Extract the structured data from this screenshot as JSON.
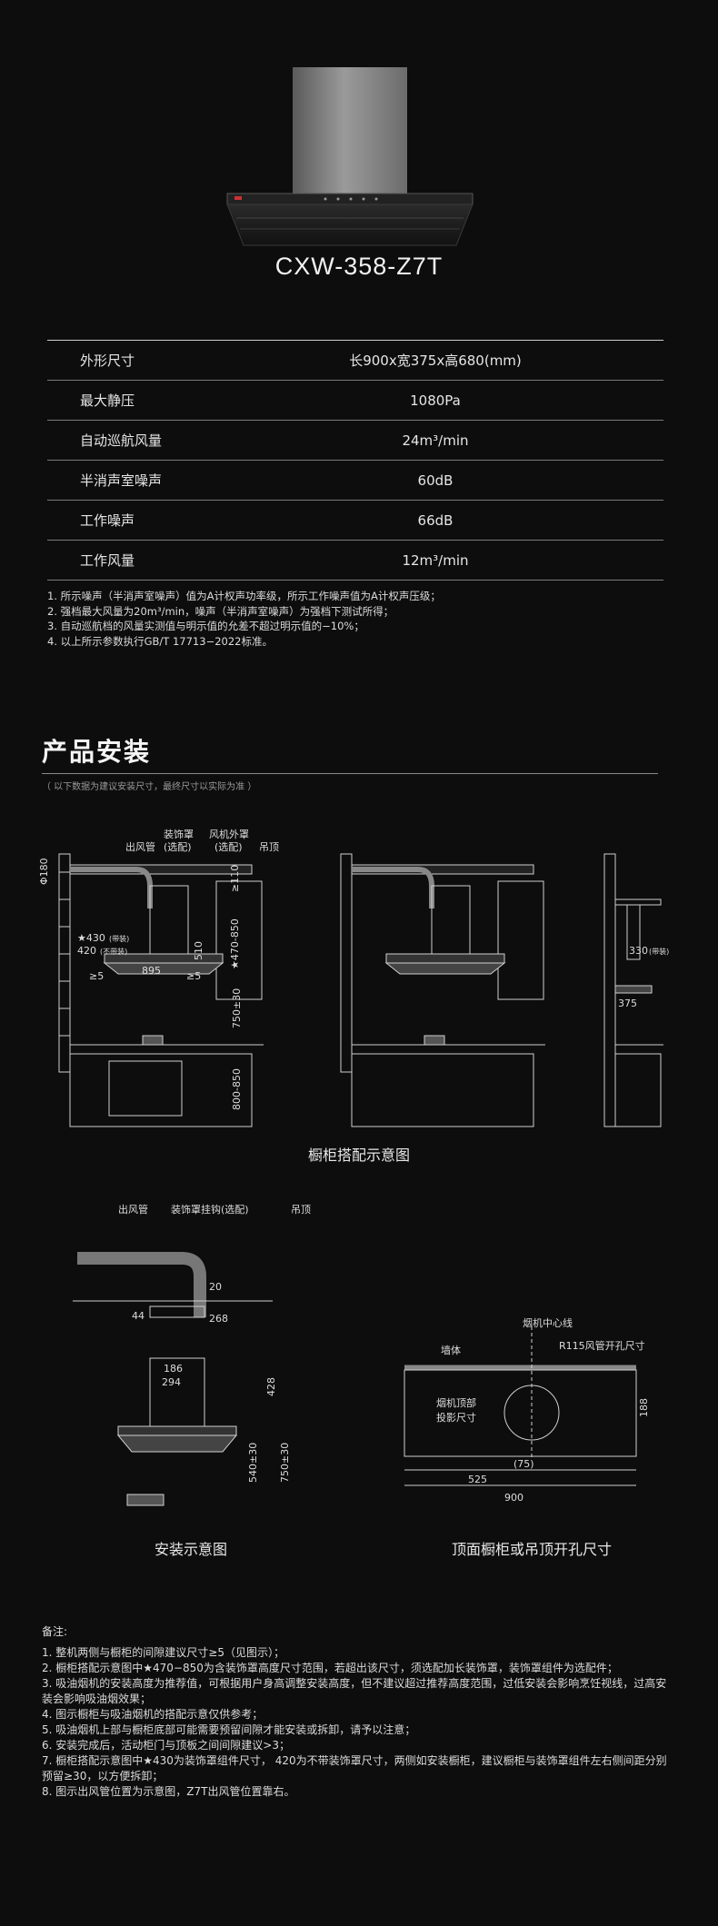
{
  "product": {
    "model": "CXW-358-Z7T"
  },
  "specs": [
    {
      "label": "外形尺寸",
      "value": "长900x宽375x高680(mm)"
    },
    {
      "label": "最大静压",
      "value": "1080Pa"
    },
    {
      "label": "自动巡航风量",
      "value": "24m³/min"
    },
    {
      "label": "半消声室噪声",
      "value": "60dB"
    },
    {
      "label": "工作噪声",
      "value": "66dB"
    },
    {
      "label": "工作风量",
      "value": "12m³/min"
    }
  ],
  "spec_notes": [
    "1. 所示噪声（半消声室噪声）值为A计权声功率级，所示工作噪声值为A计权声压级；",
    "2. 强档最大风量为20m³/min，噪声（半消声室噪声）为强档下测试所得；",
    "3. 自动巡航档的风量实测值与明示值的允差不超过明示值的−10%；",
    "4. 以上所示参数执行GB/T 17713−2022标准。"
  ],
  "install": {
    "title": "产品安装",
    "subtitle": "（ 以下数据为建议安装尺寸，最终尺寸以实际为准 ）"
  },
  "cabinet_diagram": {
    "caption": "橱柜搭配示意图",
    "labels": {
      "outlet": "出风管",
      "cover": "装饰罩",
      "cover_opt": "(选配)",
      "fan_cover": "风机外罩",
      "fan_opt": "(选配)",
      "ceiling": "吊顶",
      "phi180": "Φ180",
      "ge110": "≥110",
      "h430": "★430",
      "h430_note": "(带装)",
      "h420": "420",
      "h420_note": "(不带装)",
      "range": "★470-850",
      "d510": "510",
      "ge5a": "≥5",
      "ge5b": "≥5",
      "w895": "895",
      "h750": "750±30",
      "h800": "800-850",
      "d330": "330",
      "d330_note": "(带装)",
      "d375": "375"
    }
  },
  "install_diagram": {
    "caption": "安装示意图",
    "labels": {
      "outlet": "出风管",
      "hook": "装饰罩挂钩(选配)",
      "ceiling": "吊顶",
      "d20": "20",
      "d44": "44",
      "d268": "268",
      "d186": "186",
      "d294": "294",
      "d428": "428",
      "d540": "540±30",
      "d750": "750±30"
    }
  },
  "hole_diagram": {
    "caption": "顶面橱柜或吊顶开孔尺寸",
    "labels": {
      "centerline": "烟机中心线",
      "wall": "墙体",
      "hole": "R115风管开孔尺寸",
      "proj1": "烟机顶部",
      "proj2": "投影尺寸",
      "d188": "188",
      "d75": "(75)",
      "d525": "525",
      "d900": "900"
    }
  },
  "remarks": {
    "title": "备注:",
    "items": [
      "1. 整机两侧与橱柜的间隙建议尺寸≥5（见图示）；",
      "2. 橱柜搭配示意图中★470−850为含装饰罩高度尺寸范围，若超出该尺寸，须选配加长装饰罩，装饰罩组件为选配件；",
      "3. 吸油烟机的安装高度为推荐值，可根据用户身高调整安装高度，但不建议超过推荐高度范围，过低安装会影响烹饪视线，过高安装会影响吸油烟效果；",
      "4. 图示橱柜与吸油烟机的搭配示意仅供参考；",
      "5. 吸油烟机上部与橱柜底部可能需要预留间隙才能安装或拆卸，请予以注意；",
      "6. 安装完成后，活动柜门与顶板之间间隙建议>3；",
      "7. 橱柜搭配示意图中★430为装饰罩组件尺寸，  420为不带装饰罩尺寸，两侧如安装橱柜，建议橱柜与装饰罩组件左右侧间距分别预留≥30，以方便拆卸；",
      "8. 图示出风管位置为示意图，Z7T出风管位置靠右。"
    ]
  }
}
